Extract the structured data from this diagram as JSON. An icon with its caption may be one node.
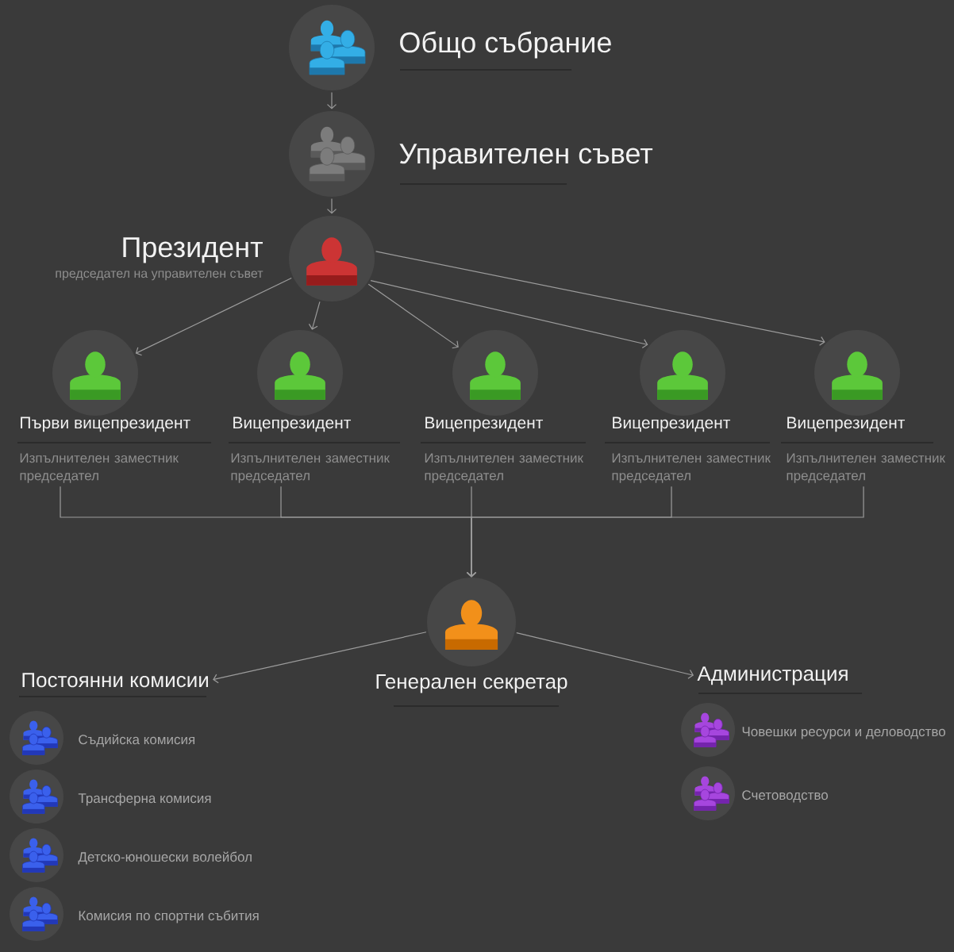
{
  "diagram": {
    "nodes": [
      {
        "text": [
          "Общо събрание"
        ]
      },
      {
        "text": [
          "Управителен съвет"
        ]
      },
      {
        "text": [
          "Президент",
          "председател на управителен съвет"
        ]
      },
      {
        "text": [
          "Първи вицепрезидент",
          "Изпълнителен заместник председател"
        ]
      },
      {
        "text": [
          "Вицепрезидент",
          "Изпълнителен заместник председател"
        ]
      },
      {
        "text": [
          "Вицепрезидент",
          "Изпълнителен заместник председател"
        ]
      },
      {
        "text": [
          "Вицепрезидент",
          "Изпълнителен заместник председател"
        ]
      },
      {
        "text": [
          "Вицепрезидент",
          "Изпълнителен заместник председател"
        ]
      },
      {
        "text": [
          "Генерален секретар"
        ]
      },
      {
        "text": [
          "Постоянни комисии"
        ]
      },
      {
        "text": [
          "Съдийска комисия"
        ]
      },
      {
        "text": [
          "Трансферна комисия"
        ]
      },
      {
        "text": [
          "Детско-юношески волейбол"
        ]
      },
      {
        "text": [
          "Комисия по спортни събития"
        ]
      },
      {
        "text": [
          "Администрация"
        ]
      },
      {
        "text": [
          "Човешки ресурси и деловодство"
        ]
      },
      {
        "text": [
          "Счетоводство"
        ]
      }
    ],
    "edges": [
      {
        "from": 0,
        "to": 1,
        "arrow": "to"
      },
      {
        "from": 1,
        "to": 2,
        "arrow": "to"
      },
      {
        "from": 2,
        "to": 3,
        "arrow": "to"
      },
      {
        "from": 2,
        "to": 4,
        "arrow": "to"
      },
      {
        "from": 2,
        "to": 5,
        "arrow": "to"
      },
      {
        "from": 2,
        "to": 6,
        "arrow": "to"
      },
      {
        "from": 2,
        "to": 7,
        "arrow": "to"
      },
      {
        "from": 3,
        "to": 8,
        "arrow": "to"
      },
      {
        "from": 4,
        "to": 8,
        "arrow": "to"
      },
      {
        "from": 5,
        "to": 8,
        "arrow": "to"
      },
      {
        "from": 6,
        "to": 8,
        "arrow": "to"
      },
      {
        "from": 7,
        "to": 8,
        "arrow": "to"
      },
      {
        "from": 8,
        "to": 9,
        "arrow": "to"
      },
      {
        "from": 8,
        "to": 14,
        "arrow": "to"
      }
    ]
  }
}
